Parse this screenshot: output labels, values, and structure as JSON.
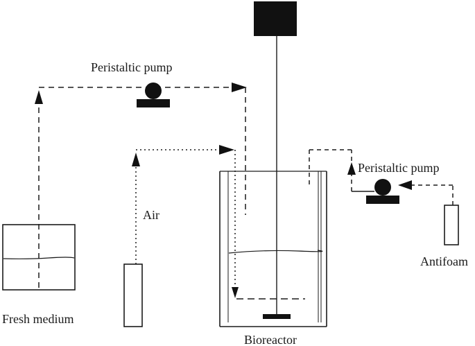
{
  "labels": {
    "peristaltic_pump_left": "Peristaltic pump",
    "peristaltic_pump_right": "Peristaltic pump",
    "air": "Air",
    "fresh_medium": "Fresh medium",
    "antifoam": "Antifoam",
    "bioreactor": "Bioreactor"
  },
  "colors": {
    "line": "#1a1a1a",
    "background": "#ffffff"
  }
}
